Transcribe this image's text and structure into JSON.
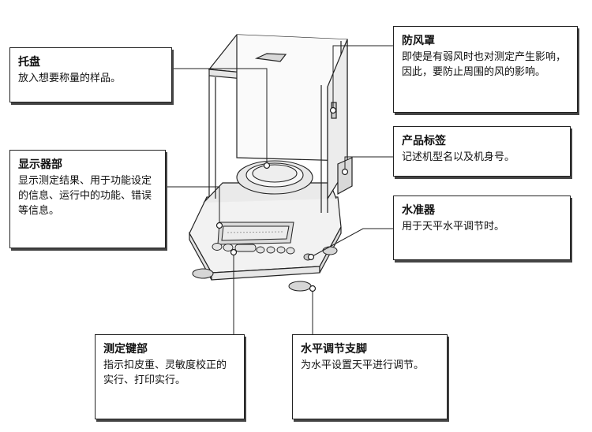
{
  "callouts": {
    "tray": {
      "title": "托盘",
      "desc": "放入想要称量的样品。"
    },
    "display": {
      "title": "显示器部",
      "desc": "显示测定结果、用于功能设定的信息、运行中的功能、错误等信息。"
    },
    "shield": {
      "title": "防风罩",
      "desc": "即使是有弱风时也对测定产生影响，因此，要防止周围的风的影响。"
    },
    "label": {
      "title": "产品标签",
      "desc": "记述机型名以及机身号。"
    },
    "level": {
      "title": "水准器",
      "desc": "用于天平水平调节时。"
    },
    "keys": {
      "title": "测定键部",
      "desc": "指示扣皮重、灵敏度校正的实行、打印实行。"
    },
    "feet": {
      "title": "水平调节支脚",
      "desc": "为水平设置天平进行调节。"
    }
  },
  "colors": {
    "line": "#222222",
    "body_fill": "#f2f2f2",
    "glass_fill": "#eeeeee",
    "display_fill": "#dcdcdc"
  }
}
